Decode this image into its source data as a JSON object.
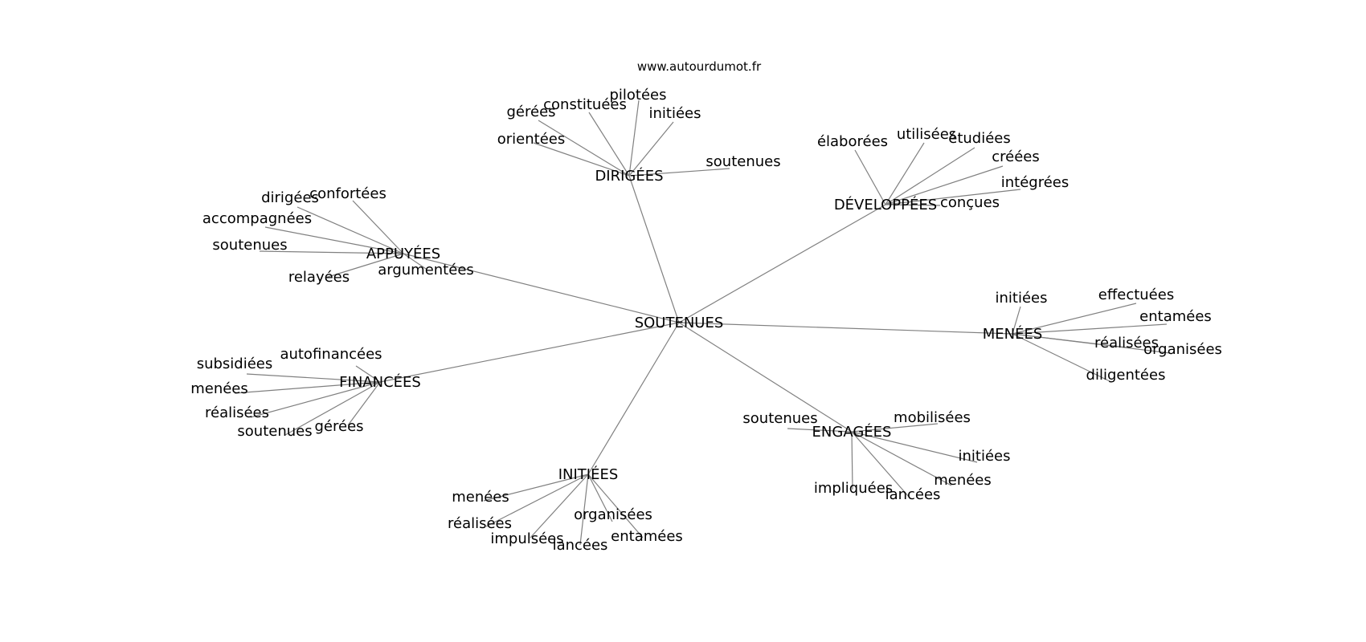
{
  "site": {
    "url_label": "www.autourdumot.fr"
  },
  "graph": {
    "center": {
      "id": "center",
      "label": "SOUTENUES"
    },
    "hubs": [
      {
        "id": "dirigees",
        "label": "DIRIGÉES",
        "leaves": [
          "pilotées",
          "constituées",
          "gérées",
          "initiées",
          "orientées",
          "soutenues"
        ]
      },
      {
        "id": "developpees",
        "label": "DÉVELOPPÉES",
        "leaves": [
          "élaborées",
          "utilisées",
          "étudiées",
          "créées",
          "intégrées",
          "conçues"
        ]
      },
      {
        "id": "appuyees",
        "label": "APPUYÉES",
        "leaves": [
          "dirigées",
          "confortées",
          "accompagnées",
          "soutenues",
          "relayées",
          "argumentées"
        ]
      },
      {
        "id": "menees",
        "label": "MENÉES",
        "leaves": [
          "initiées",
          "effectuées",
          "entamées",
          "réalisées",
          "organisées",
          "diligentées"
        ]
      },
      {
        "id": "financees",
        "label": "FINANCÉES",
        "leaves": [
          "autofinancées",
          "subsidiées",
          "menées",
          "réalisées",
          "soutenues",
          "gérées"
        ]
      },
      {
        "id": "engagees",
        "label": "ENGAGÉES",
        "leaves": [
          "soutenues",
          "mobilisées",
          "initiées",
          "menées",
          "impliquées",
          "lancées"
        ]
      },
      {
        "id": "initiees",
        "label": "INITIÉES",
        "leaves": [
          "menées",
          "réalisées",
          "impulsées",
          "lancées",
          "organisées",
          "entamées"
        ]
      }
    ]
  },
  "colors": {
    "edge": "#808080",
    "text": "#000000",
    "background": "#ffffff"
  }
}
